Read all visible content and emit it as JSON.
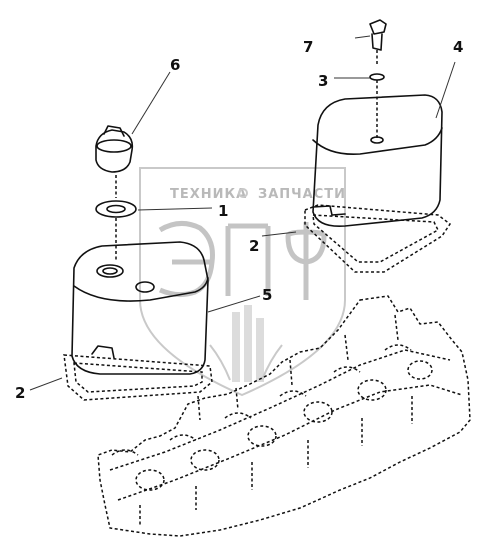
{
  "watermark": {
    "left_word": "ТЕХНИКА",
    "right_word": "ЗАПЧАСТИ",
    "logo_letters": "ЭПФ"
  },
  "callouts": [
    {
      "id": "1",
      "text": "1"
    },
    {
      "id": "2a",
      "text": "2"
    },
    {
      "id": "2b",
      "text": "2"
    },
    {
      "id": "3",
      "text": "3"
    },
    {
      "id": "4",
      "text": "4"
    },
    {
      "id": "5",
      "text": "5"
    },
    {
      "id": "6",
      "text": "6"
    },
    {
      "id": "7",
      "text": "7"
    }
  ]
}
